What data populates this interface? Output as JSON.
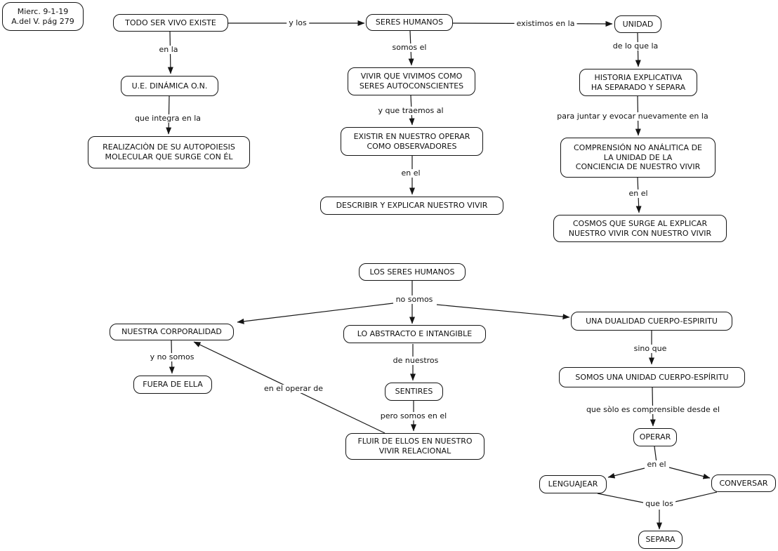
{
  "title": "Concept map - Todo ser vivo existe (Mierc. 9-1-19, A. del V. pág 279)",
  "note": {
    "text": "Mierc. 9-1-19\nA.del V. pág 279"
  },
  "nodes": {
    "todo_ser_vivo": {
      "label": "TODO SER VIVO EXISTE"
    },
    "seres_humanos": {
      "label": "SERES HUMANOS"
    },
    "unidad": {
      "label": "UNIDAD"
    },
    "ue_dinamica": {
      "label": "U.E. DINÁMICA O.N."
    },
    "vivir_que_vivimos": {
      "label": "VIVIR QUE VIVIMOS COMO\nSERES AUTOCONSCIENTES"
    },
    "historia_explicativa": {
      "label": "HISTORIA EXPLICATIVA\nHA SEPARADO Y SEPARA"
    },
    "realizacion": {
      "label": "REALIZACIÒN DE SU AUTOPOIESIS\nMOLECULAR QUE SURGE CON ÉL"
    },
    "existir_operar": {
      "label": "EXISTIR EN NUESTRO OPERAR\nCOMO OBSERVADORES"
    },
    "comprension": {
      "label": "COMPRENSIÓN NO ANÁLITICA DE\nLA UNIDAD DE LA\nCONCIENCIA DE NUESTRO VIVIR"
    },
    "describir_explicar": {
      "label": "DESCRIBIR Y EXPLICAR NUESTRO VIVIR"
    },
    "cosmos": {
      "label": "COSMOS QUE SURGE AL EXPLICAR\nNUESTRO VIVIR CON NUESTRO VIVIR"
    },
    "los_seres_humanos": {
      "label": "LOS SERES HUMANOS"
    },
    "nuestra_corporalidad": {
      "label": "NUESTRA CORPORALIDAD"
    },
    "lo_abstracto": {
      "label": "LO ABSTRACTO E INTANGIBLE"
    },
    "una_dualidad": {
      "label": "UNA DUALIDAD CUERPO-ESPIRITU"
    },
    "fuera_de_ella": {
      "label": "FUERA DE ELLA"
    },
    "sentires": {
      "label": "SENTIRES"
    },
    "somos_unidad": {
      "label": "SOMOS UNA UNIDAD CUERPO-ESPÍRITU"
    },
    "fluir": {
      "label": "FLUIR DE ELLOS EN NUESTRO\nVIVIR RELACIONAL"
    },
    "operar": {
      "label": "OPERAR"
    },
    "lenguajear": {
      "label": "LENGUAJEAR"
    },
    "conversar": {
      "label": "CONVERSAR"
    },
    "separa": {
      "label": "SEPARA"
    }
  },
  "links": {
    "y_los": "y los",
    "existimos_en_la": "existimos en la",
    "en_la": "en la",
    "somos_el": "somos el",
    "de_lo_que_la": "de lo que la",
    "que_integra_en_la": "que integra en la",
    "y_que_traemos_al": "y que traemos al",
    "para_juntar": "para juntar y evocar nuevamente en la",
    "en_el_describir": "en el",
    "en_el_cosmos": "en el",
    "no_somos": "no somos",
    "y_no_somos": "y no somos",
    "en_el_operar_de": "en el operar de",
    "de_nuestros": "de nuestros",
    "pero_somos_en_el": "pero somos en el",
    "sino_que": "sino que",
    "que_solo": "que sòlo es comprensible desde el",
    "en_el_operar": "en el",
    "que_los": "que los"
  },
  "colors": {
    "line": "#161616",
    "border": "#141414",
    "background": "#ffffff",
    "text": "#111111"
  }
}
